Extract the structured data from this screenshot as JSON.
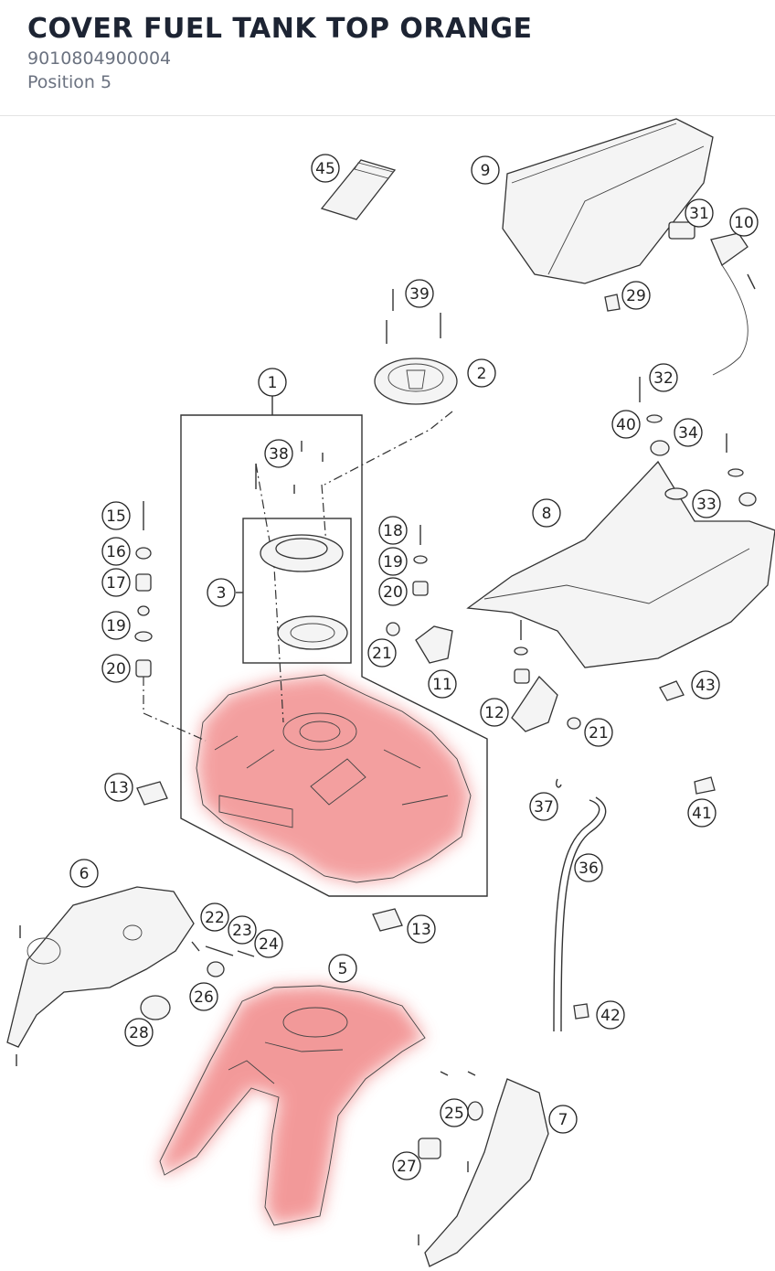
{
  "header": {
    "title": "COVER FUEL TANK TOP ORANGE",
    "part_number": "9010804900004",
    "position_text": "Position 5"
  },
  "highlight_color": "#f08080",
  "callouts": [
    "45",
    "9",
    "31",
    "10",
    "39",
    "29",
    "2",
    "1",
    "32",
    "40",
    "34",
    "38",
    "33",
    "8",
    "15",
    "16",
    "17",
    "3",
    "18",
    "19",
    "20",
    "19",
    "20",
    "21",
    "11",
    "43",
    "12",
    "21",
    "13",
    "37",
    "41",
    "36",
    "6",
    "22",
    "23",
    "24",
    "13",
    "5",
    "26",
    "28",
    "42",
    "25",
    "7",
    "27"
  ]
}
